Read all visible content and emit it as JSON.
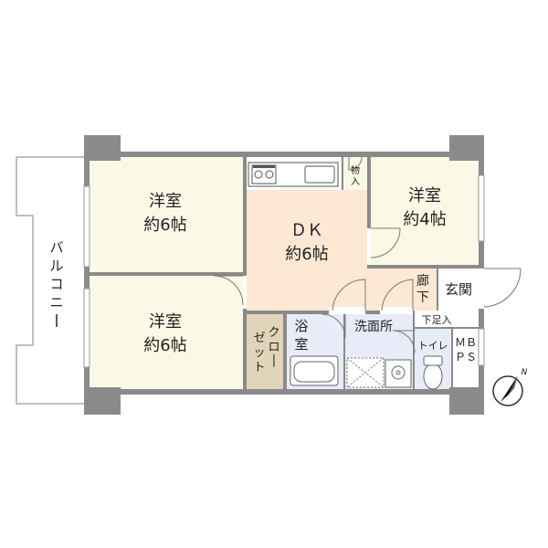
{
  "colors": {
    "wall": "#8a8a8a",
    "room_western": "#fbf9e6",
    "room_dk": "#fde8d4",
    "room_wet": "#e8ebf8",
    "room_closet": "#e2d4b8",
    "room_toilet": "#e8ebf8",
    "balcony_line": "#aaaaaa",
    "text": "#222222"
  },
  "rooms": {
    "western_top": {
      "name": "洋室",
      "size": "約6帖"
    },
    "western_bottom": {
      "name": "洋室",
      "size": "約6帖"
    },
    "western_small": {
      "name": "洋室",
      "size": "約4帖"
    },
    "dk": {
      "name": "ＤＫ",
      "size": "約6帖"
    },
    "storage_small": {
      "chars": [
        "物",
        "入"
      ]
    },
    "hallway": {
      "chars": [
        "廊",
        "下"
      ]
    },
    "entrance": {
      "name": "玄関"
    },
    "shoe_storage": {
      "name": "下足入"
    },
    "bath": {
      "chars": [
        "浴",
        "室"
      ]
    },
    "washroom": {
      "name": "洗面所"
    },
    "toilet": {
      "name": "トイレ"
    },
    "closet": {
      "col1": [
        "ク",
        "ロ",
        "ー"
      ],
      "col2": [
        "ゼ",
        "ッ",
        "ト"
      ]
    },
    "mbps": {
      "row1": "ＭＢ",
      "row2": "ＰＳ"
    },
    "balcony": {
      "chars": [
        "バ",
        "ル",
        "コ",
        "ニ",
        "ー"
      ]
    }
  },
  "compass": {
    "label": "N"
  }
}
